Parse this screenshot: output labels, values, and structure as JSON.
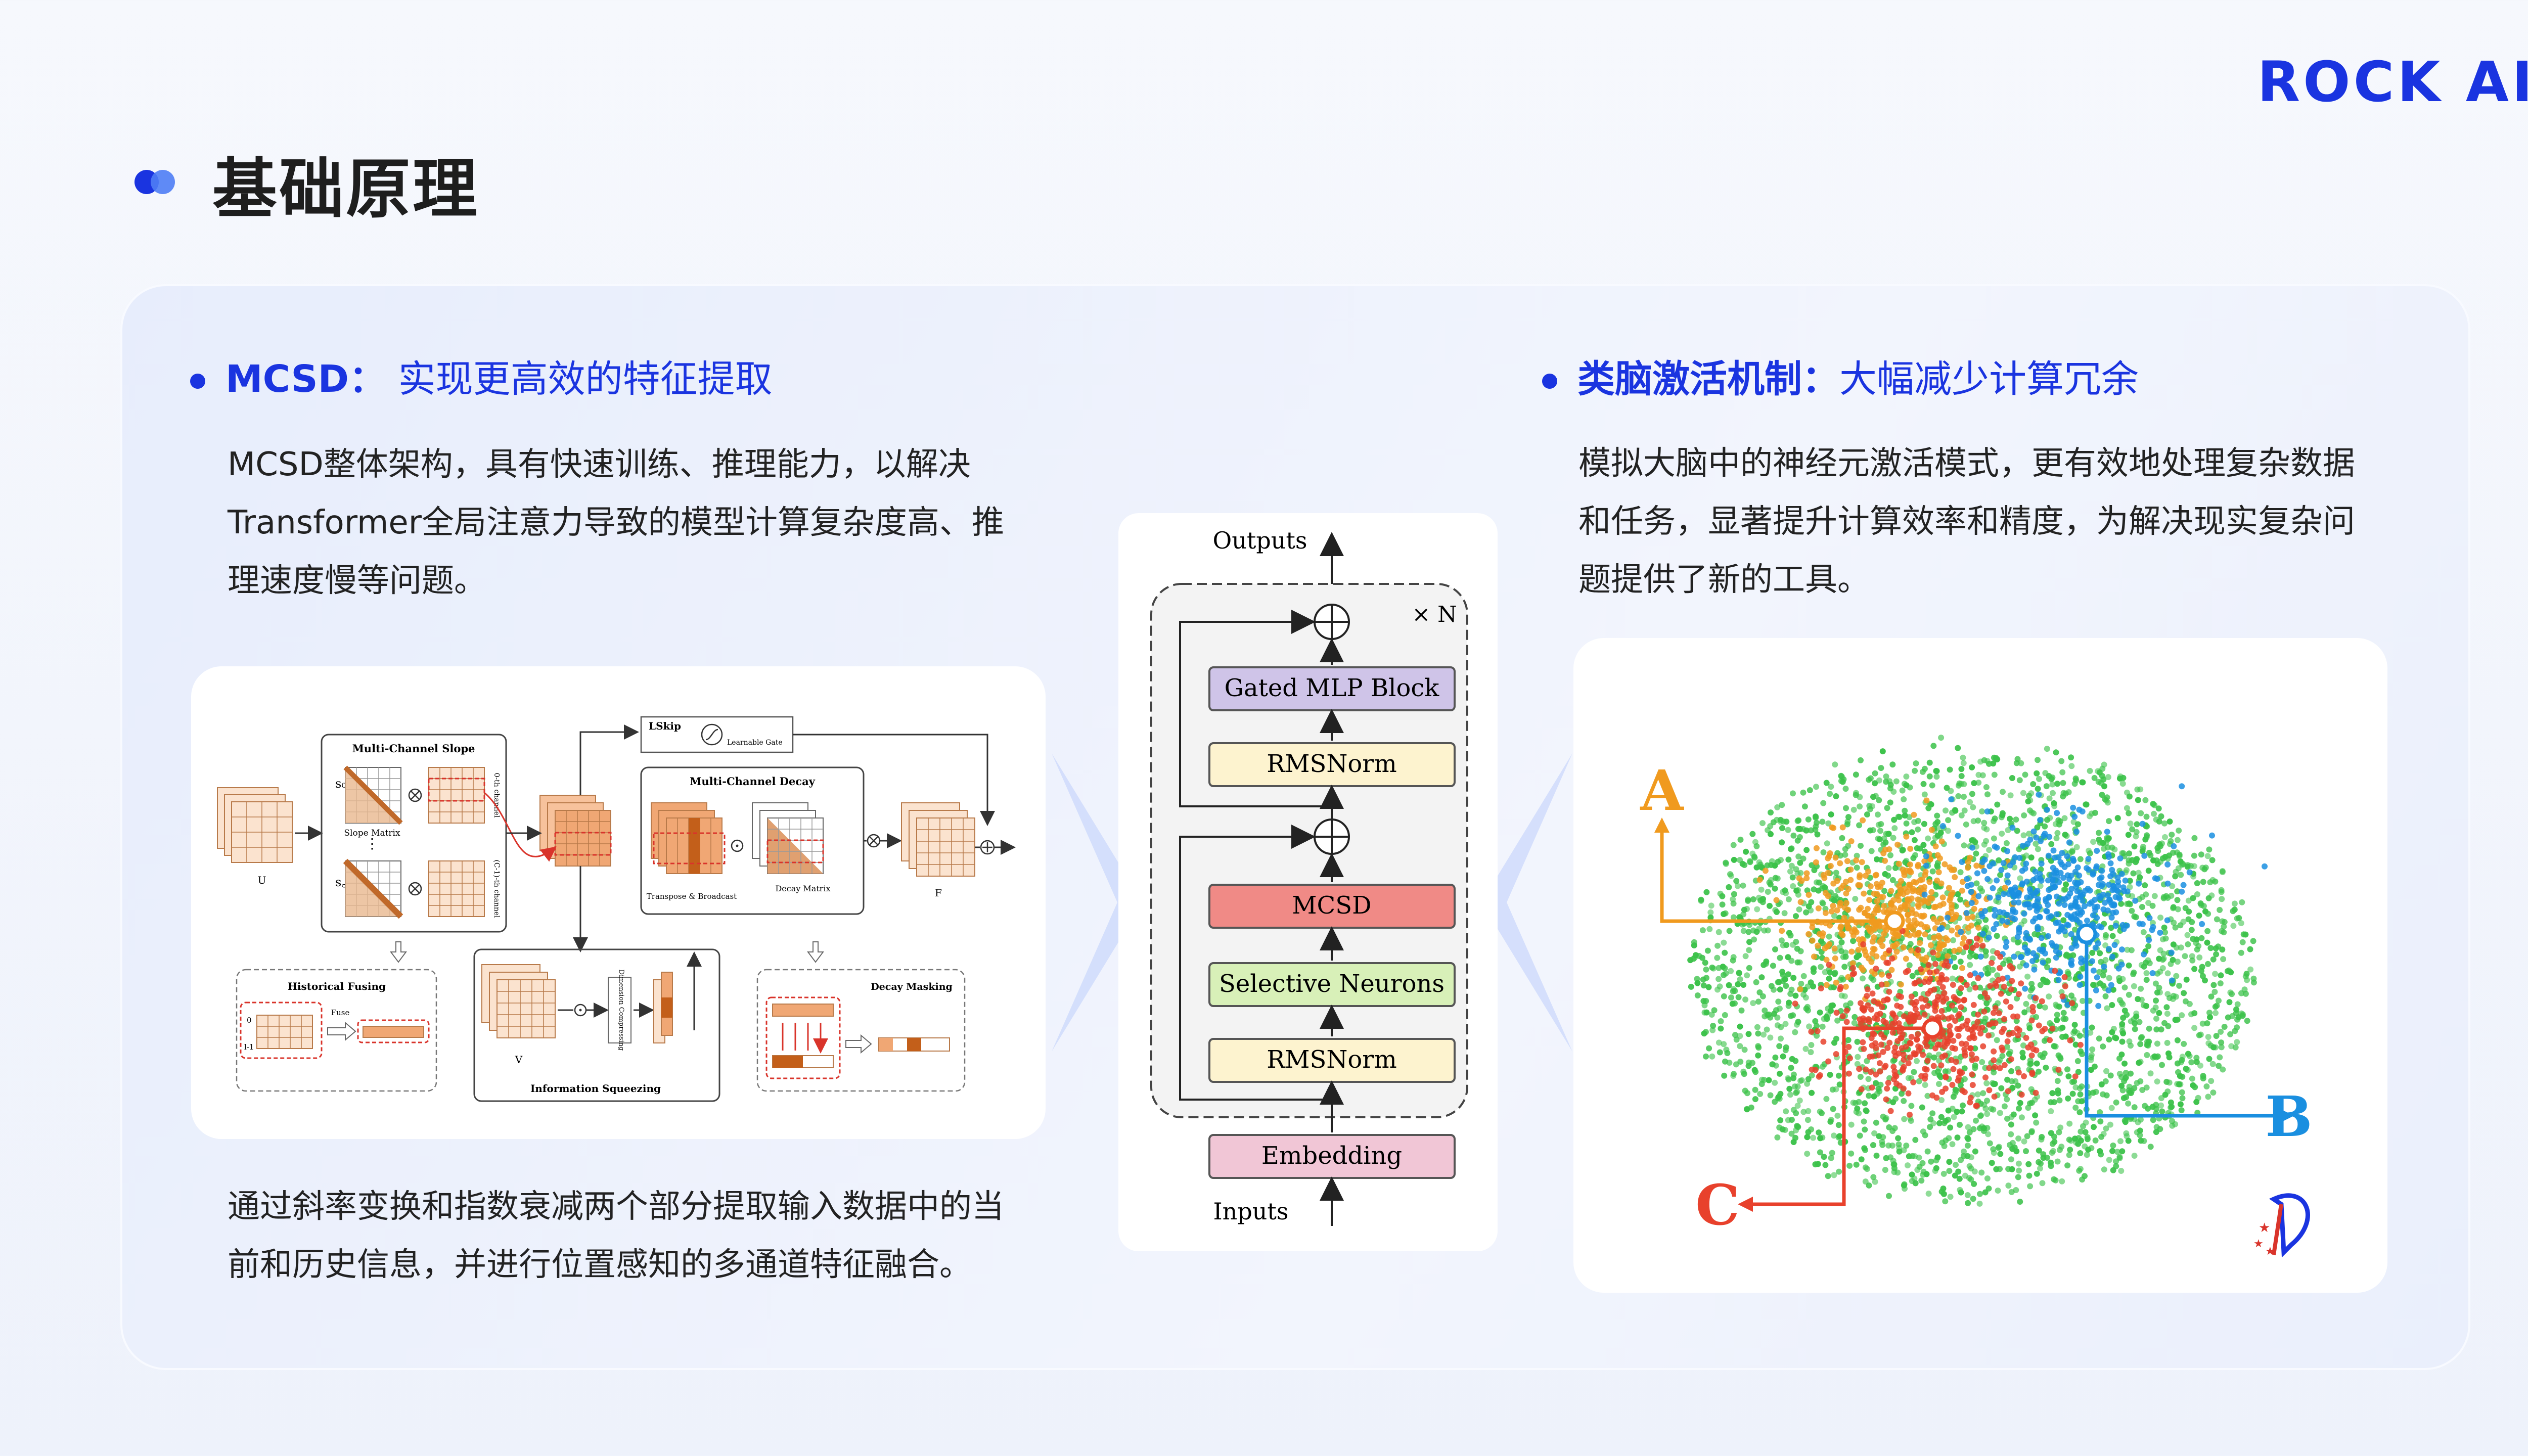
{
  "brand": {
    "logo": "ROCK AI",
    "accent": "#1a34e0"
  },
  "page_title": "基础原理",
  "left": {
    "heading_strong": "MCSD：",
    "heading_light": " 实现更高效的特征提取",
    "intro": [
      "MCSD整体架构，具有快速训练、推理能力，以解决",
      "Transformer全局注意力导致的模型计算复杂度高、推",
      "理速度慢等问题。"
    ],
    "outro": [
      "通过斜率变换和指数衰减两个部分提取输入数据中的当",
      "前和历史信息，并进行位置感知的多通道特征融合。"
    ],
    "diagram": {
      "slope_title": "Multi-Channel Slope",
      "s0": "s₀",
      "sc": "s꜀₋₁",
      "slope_matrix": "Slope Matrix",
      "ch0": "0-th channel",
      "chc": "(C-1)-th channel",
      "u": "U",
      "lskip": "LSkip",
      "gate": "Learnable Gate",
      "decay_title": "Multi-Channel Decay",
      "transpose": "Transpose & Broadcast",
      "decay_matrix": "Decay Matrix",
      "f": "F",
      "hist": "Historical Fusing",
      "fuse": "Fuse",
      "zero": "0",
      "lm1": "l-1",
      "v": "V",
      "dim": "Dimension Compressing",
      "squeeze": "Information Squeezing",
      "masking": "Decay Masking"
    }
  },
  "middle": {
    "outputs": "Outputs",
    "inputs": "Inputs",
    "times_n": "× N",
    "blocks": [
      {
        "label": "Gated MLP Block",
        "color": "#cfc4e8"
      },
      {
        "label": "RMSNorm",
        "color": "#fdf3cf"
      },
      {
        "label": "MCSD",
        "color": "#f08a86"
      },
      {
        "label": "Selective Neurons",
        "color": "#d8f0b8"
      },
      {
        "label": "RMSNorm",
        "color": "#fdf3cf"
      },
      {
        "label": "Embedding",
        "color": "#f1c6d6"
      }
    ]
  },
  "right": {
    "heading_strong": "类脑激活机制：",
    "heading_light": "大幅减少计算冗余",
    "intro": [
      "模拟大脑中的神经元激活模式，更有效地处理复杂数据",
      "和任务，显著提升计算效率和精度，为解决现实复杂问",
      "题提供了新的工具。"
    ],
    "scatter": {
      "label_a": "A",
      "label_b": "B",
      "label_c": "C",
      "color_a": "#f09a1e",
      "color_b": "#1a8fe0",
      "color_c": "#e8412c",
      "color_bg": "#3cc24a"
    }
  }
}
